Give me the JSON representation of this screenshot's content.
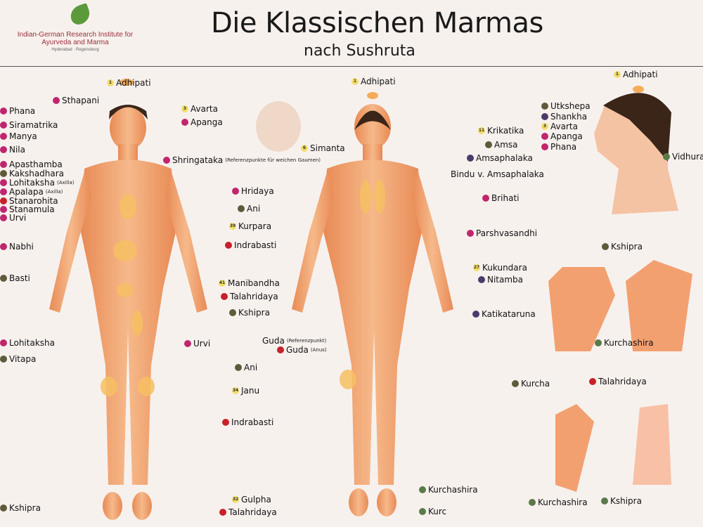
{
  "header": {
    "title": "Die Klassischen Marmas",
    "subtitle": "nach Sushruta",
    "institute_line1": "Indian-German Research Institute for",
    "institute_line2": "Ayurveda and Marma",
    "institute_line3": "Hyderabad · Regensburg"
  },
  "colors": {
    "magenta": "#c0266d",
    "yellow": "#f2dd6a",
    "olive": "#5e5a3a",
    "red": "#c8202a",
    "purple": "#4b3b6b",
    "green": "#5a7a4a",
    "body": "#f0a36a",
    "marma": "#f7c063"
  },
  "labels": [
    {
      "text": "Adhipati",
      "num": "1",
      "color": "yellow"
    },
    {
      "text": "Sthapani",
      "color": "magenta"
    },
    {
      "text": "Avarta",
      "num": "3",
      "color": "yellow"
    },
    {
      "text": "Apanga",
      "color": "magenta"
    },
    {
      "text": "Phana",
      "color": "magenta"
    },
    {
      "text": "Siramatrika",
      "color": "magenta"
    },
    {
      "text": "Manya",
      "color": "magenta"
    },
    {
      "text": "Nila",
      "color": "magenta"
    },
    {
      "text": "Apasthamba",
      "color": "magenta"
    },
    {
      "text": "Kakshadhara",
      "color": "olive"
    },
    {
      "text": "Lohitaksha",
      "note": "(Axilla)",
      "color": "magenta"
    },
    {
      "text": "Apalapa",
      "note": "(Axilla)",
      "color": "magenta"
    },
    {
      "text": "Stanarohita",
      "color": "red"
    },
    {
      "text": "Stanamula",
      "color": "magenta"
    },
    {
      "text": "Urvi",
      "color": "magenta"
    },
    {
      "text": "Shringataka",
      "note": "(Referenzpunkte für weichen Gaumen)",
      "color": "magenta"
    },
    {
      "text": "Hridaya",
      "color": "magenta"
    },
    {
      "text": "Ani",
      "color": "olive"
    },
    {
      "text": "Kurpara",
      "num": "39",
      "color": "yellow"
    },
    {
      "text": "Indrabasti",
      "color": "red"
    },
    {
      "text": "Nabhi",
      "color": "magenta"
    },
    {
      "text": "Basti",
      "color": "olive"
    },
    {
      "text": "Manibandha",
      "num": "41",
      "color": "yellow"
    },
    {
      "text": "Talahridaya",
      "color": "red"
    },
    {
      "text": "Kshipra",
      "color": "olive"
    },
    {
      "text": "Urvi",
      "color": "magenta"
    },
    {
      "text": "Lohitaksha",
      "color": "magenta"
    },
    {
      "text": "Vitapa",
      "color": "olive"
    },
    {
      "text": "Ani",
      "color": "olive"
    },
    {
      "text": "Janu",
      "num": "34",
      "color": "yellow"
    },
    {
      "text": "Indrabasti",
      "color": "red"
    },
    {
      "text": "Gulpha",
      "num": "32",
      "color": "yellow"
    },
    {
      "text": "Talahridaya",
      "color": "red"
    },
    {
      "text": "Kshipra",
      "color": "olive"
    },
    {
      "text": "Adhipati",
      "num": "1",
      "color": "yellow"
    },
    {
      "text": "Simanta",
      "num": "6",
      "color": "yellow"
    },
    {
      "text": "Krikatika",
      "num": "11",
      "color": "yellow"
    },
    {
      "text": "Amsa",
      "color": "olive"
    },
    {
      "text": "Amsaphalaka",
      "color": "purple"
    },
    {
      "text": "Bindu v. Amsaphalaka"
    },
    {
      "text": "Brihati",
      "color": "magenta"
    },
    {
      "text": "Parshvasandhi",
      "color": "magenta"
    },
    {
      "text": "Kukundara",
      "num": "27",
      "color": "yellow"
    },
    {
      "text": "Nitamba",
      "color": "purple"
    },
    {
      "text": "Katikataruna",
      "color": "purple"
    },
    {
      "text": "Guda",
      "note": "(Referenzpunkt)"
    },
    {
      "text": "Guda",
      "note": "(Anus)",
      "color": "red"
    },
    {
      "text": "Kurchashira",
      "color": "green"
    },
    {
      "text": "Kurc",
      "color": "green"
    },
    {
      "text": "Adhipati",
      "num": "1",
      "color": "yellow"
    },
    {
      "text": "Utkshepa",
      "color": "olive"
    },
    {
      "text": "Shankha",
      "color": "purple"
    },
    {
      "text": "Avarta",
      "num": "3",
      "color": "yellow"
    },
    {
      "text": "Apanga",
      "color": "magenta"
    },
    {
      "text": "Phana",
      "color": "magenta"
    },
    {
      "text": "Vidhura",
      "color": "green"
    },
    {
      "text": "Kshipra",
      "color": "olive"
    },
    {
      "text": "Kurchashira",
      "color": "green"
    },
    {
      "text": "Kurcha",
      "color": "olive"
    },
    {
      "text": "Talahridaya",
      "color": "red"
    },
    {
      "text": "Kurchashira",
      "color": "green"
    },
    {
      "text": "Kshipra",
      "color": "green"
    }
  ]
}
